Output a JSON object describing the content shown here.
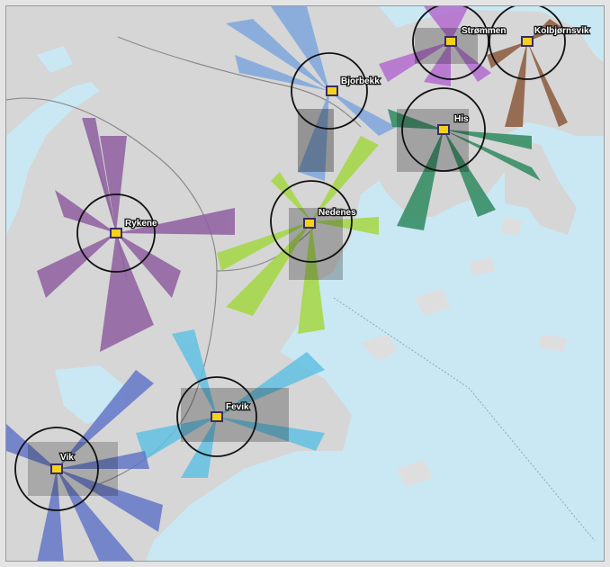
{
  "map": {
    "colors": {
      "sea": "#c9e8f3",
      "land": "#d5d5d5",
      "ring": "#111111",
      "road": "#8a8a8a",
      "marker_fill": "#f2d21b",
      "marker_border": "#3a2a66"
    },
    "places": [
      {
        "name": "Strømmen",
        "color": "#b36ccf"
      },
      {
        "name": "Kolbjørnsvik",
        "color": "#8b5a3c"
      },
      {
        "name": "Bjorbekk",
        "color": "#7fa6dc"
      },
      {
        "name": "His",
        "color": "#2f8a60"
      },
      {
        "name": "Rykene",
        "color": "#8f5fa0"
      },
      {
        "name": "Nedenes",
        "color": "#a7d84b"
      },
      {
        "name": "Fevik",
        "color": "#62c2e3"
      },
      {
        "name": "Vik",
        "color": "#6577c8"
      }
    ]
  }
}
